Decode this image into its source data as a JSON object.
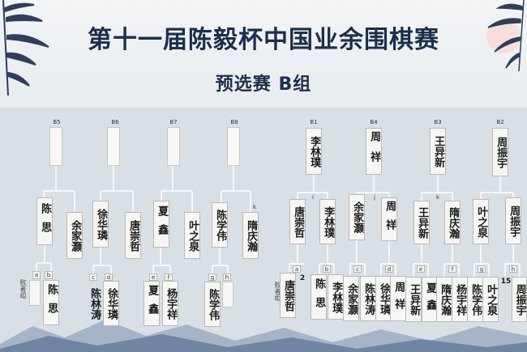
{
  "header": {
    "title": "第十一届陈毅杯中国业余围棋赛",
    "subtitle": "预选赛 B组"
  },
  "groups": [
    "B5",
    "B6",
    "B7",
    "B8",
    "B1",
    "B4",
    "B3",
    "B2"
  ],
  "right_top": [
    "李林璞",
    "周祥",
    "王异新",
    "周振宇"
  ],
  "round2": [
    "陈思",
    "余家灏",
    "徐华璘",
    "唐崇哲",
    "夏鑫",
    "叶之泉",
    "陈学伟",
    "隋庆瀚",
    "唐崇哲",
    "李林璞",
    "余家灏",
    "周祥",
    "王异新",
    "隋庆瀚",
    "叶之泉",
    "周振宇"
  ],
  "round2_tags": [
    "i",
    "j",
    "k",
    "k"
  ],
  "left_tags": [
    "a",
    "b",
    "c",
    "d",
    "e",
    "f",
    "g",
    "h"
  ],
  "left_bottom": [
    "陈思",
    "陈林涛",
    "徐华璘",
    "夏鑫",
    "杨宇祥",
    "陈学伟"
  ],
  "right_tags": [
    "a",
    "b",
    "c",
    "d",
    "e",
    "f",
    "g",
    "h"
  ],
  "right_bottom": [
    "唐崇哲",
    "2",
    "陈思",
    "李林璞",
    "余家灏",
    "陈林涛",
    "徐华璘",
    "周祥",
    "王异新",
    "夏鑫",
    "隋庆瀚",
    "杨宇祥",
    "陈学伟",
    "叶之泉",
    "15",
    "周振宇"
  ],
  "loser_group": "败者组",
  "colors": {
    "title": "#1d2e4a",
    "board": "#d8e0e6",
    "slot": "#f6f6f4",
    "line": "#ffffff"
  }
}
